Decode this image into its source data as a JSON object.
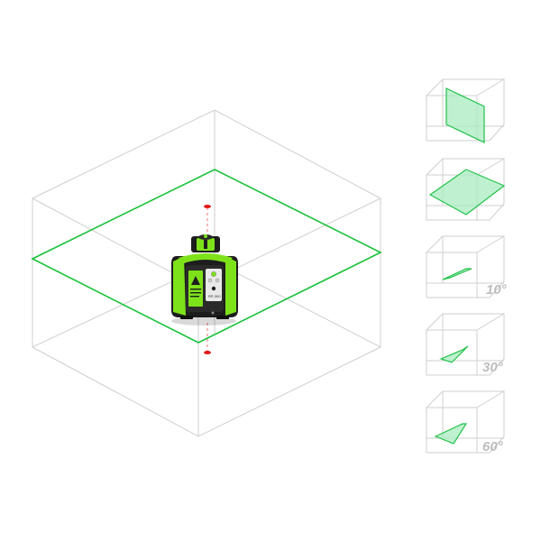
{
  "device": {
    "model_label": "RP-300"
  },
  "modes": [
    {
      "name": "vertical-plane"
    },
    {
      "name": "horizontal-plane"
    },
    {
      "name": "tilt",
      "label": "10°"
    },
    {
      "name": "tilt",
      "label": "30°"
    },
    {
      "name": "tilt",
      "label": "60°"
    }
  ],
  "colors": {
    "laser_green": "#19c23a",
    "plane_fill": "#a9ecc2",
    "dot_red": "#e31b1b",
    "wireframe": "#cfcfcf",
    "device_green": "#7ee21a",
    "device_body": "#1d1d1d"
  }
}
